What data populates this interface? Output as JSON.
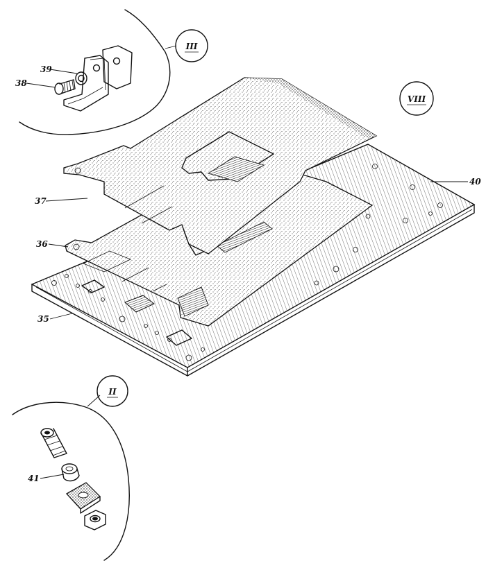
{
  "callouts": {
    "detail_ii": "II",
    "detail_iii": "III",
    "view_viii": "VIII"
  },
  "labels": {
    "p35": "35",
    "p36": "36",
    "p37": "37",
    "p38": "38",
    "p39": "39",
    "p40": "40",
    "p41": "41"
  }
}
